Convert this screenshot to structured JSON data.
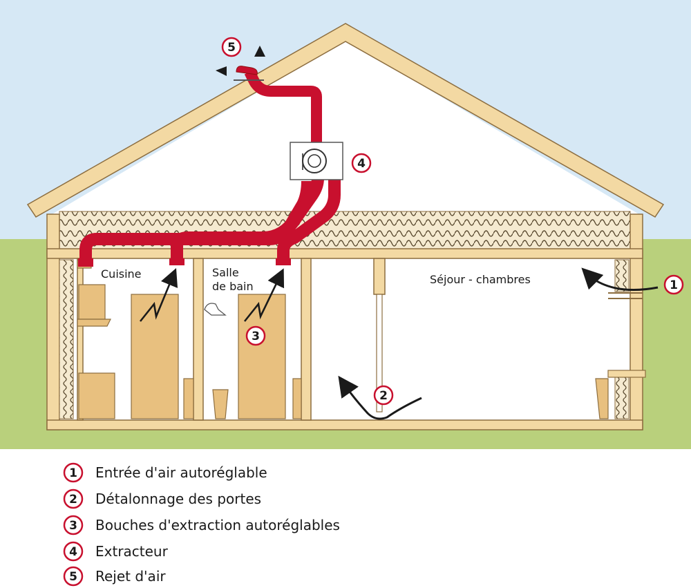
{
  "rooms": {
    "kitchen": "Cuisine",
    "bathroom_line1": "Salle",
    "bathroom_line2": "de bain",
    "living": "Séjour - chambres"
  },
  "markers": [
    "1",
    "2",
    "3",
    "4",
    "5"
  ],
  "legend": [
    {
      "num": "1",
      "text": "Entrée d'air autoréglable"
    },
    {
      "num": "2",
      "text": "Détalonnage des portes"
    },
    {
      "num": "3",
      "text": "Bouches d'extraction autoréglables"
    },
    {
      "num": "4",
      "text": "Extracteur"
    },
    {
      "num": "5",
      "text": "Rejet d'air"
    }
  ],
  "colors": {
    "sky": "#d6e8f5",
    "grass": "#b9d07c",
    "wood": "#f3d9a3",
    "wood_stroke": "#8c6d3f",
    "duct": "#c8102e",
    "furniture": "#e8c07f",
    "marker_ring": "#c8102e"
  }
}
